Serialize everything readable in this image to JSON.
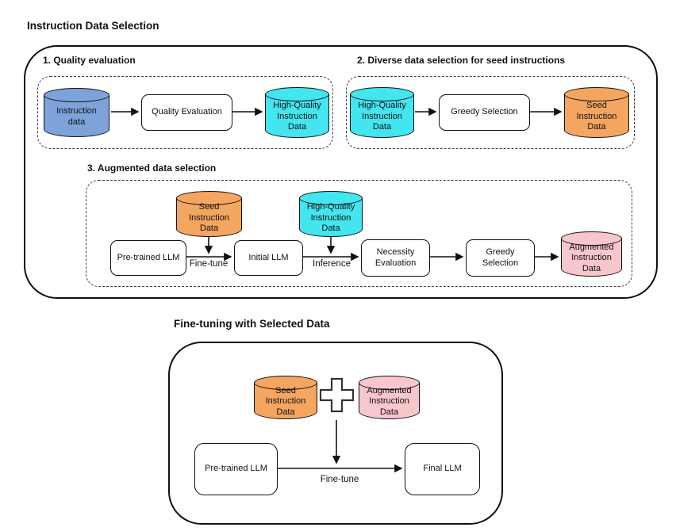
{
  "colors": {
    "instruction_blue": "#7da3da",
    "hq_cyan": "#43e5ef",
    "seed_orange": "#f4a55f",
    "augmented_pink": "#f8c7cc",
    "stroke": "#111111"
  },
  "icons": {
    "plus": "+"
  },
  "pipeline": {
    "title": "Instruction Data Selection",
    "step1": {
      "label": "1. Quality evaluation",
      "instruction_db": "Instruction\ndata",
      "quality_box": "Quality Evaluation",
      "hq_db": "High-Quality\nInstruction\nData"
    },
    "step2": {
      "label": "2. Diverse data selection for seed instructions",
      "hq_db": "High-Quality\nInstruction\nData",
      "greedy_box": "Greedy Selection",
      "seed_db": "Seed\nInstruction\nData"
    },
    "step3": {
      "label": "3. Augmented data selection",
      "seed_db": "Seed\nInstruction\nData",
      "hq_db": "High-Quality\nInstruction\nData",
      "pretrained_box": "Pre-trained LLM",
      "finetune_arrow": "Fine-tune",
      "initial_box": "Initial LLM",
      "inference_arrow": "Inference",
      "necessity_box": "Necessity\nEvaluation",
      "greedy_box": "Greedy\nSelection",
      "augmented_db": "Augmented\nInstruction\nData"
    }
  },
  "finetuning": {
    "title": "Fine-tuning with Selected Data",
    "seed_db": "Seed\nInstruction\nData",
    "augmented_db": "Augmented\nInstruction\nData",
    "pretrained_box": "Pre-trained LLM",
    "finetune_arrow": "Fine-tune",
    "final_box": "Final LLM"
  }
}
